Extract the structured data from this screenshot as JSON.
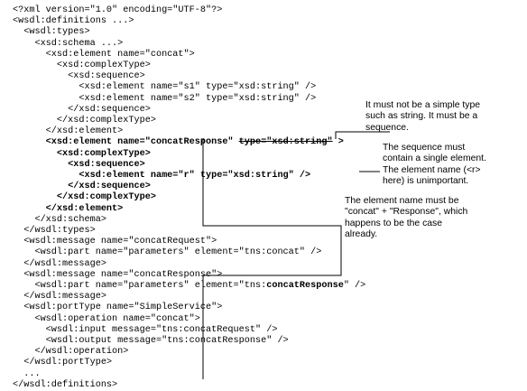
{
  "code_lines": [
    {
      "text": "<?xml version=\"1.0\" encoding=\"UTF-8\"?>",
      "bold": false
    },
    {
      "text": "<wsdl:definitions ...>",
      "bold": false
    },
    {
      "text": "  <wsdl:types>",
      "bold": false
    },
    {
      "text": "    <xsd:schema ...>",
      "bold": false
    },
    {
      "text": "      <xsd:element name=\"concat\">",
      "bold": false
    },
    {
      "text": "        <xsd:complexType>",
      "bold": false
    },
    {
      "text": "          <xsd:sequence>",
      "bold": false
    },
    {
      "text": "            <xsd:element name=\"s1\" type=\"xsd:string\" />",
      "bold": false
    },
    {
      "text": "            <xsd:element name=\"s2\" type=\"xsd:string\" />",
      "bold": false
    },
    {
      "text": "          </xsd:sequence>",
      "bold": false
    },
    {
      "text": "        </xsd:complexType>",
      "bold": false
    },
    {
      "text": "      </xsd:element>",
      "bold": false
    },
    {
      "text": "      <xsd:element name=\"concatResponse\" ",
      "bold": true,
      "strike": "type=\"xsd:string\"",
      "after": " >"
    },
    {
      "text": "        <xsd:complexType>",
      "bold": true
    },
    {
      "text": "          <xsd:sequence>",
      "bold": true
    },
    {
      "text": "            <xsd:element name=\"r\" type=\"xsd:string\" />",
      "bold": true
    },
    {
      "text": "          </xsd:sequence>",
      "bold": true
    },
    {
      "text": "        </xsd:complexType>",
      "bold": true
    },
    {
      "text": "      </xsd:element>",
      "bold": true
    },
    {
      "text": "    </xsd:schema>",
      "bold": false
    },
    {
      "text": "  </wsdl:types>",
      "bold": false
    },
    {
      "text": "  <wsdl:message name=\"concatRequest\">",
      "bold": false
    },
    {
      "text": "    <wsdl:part name=\"parameters\" element=\"tns:concat\" />",
      "bold": false
    },
    {
      "text": "  </wsdl:message>",
      "bold": false
    },
    {
      "text": "  <wsdl:message name=\"concatResponse\">",
      "bold": false
    },
    {
      "text": "    <wsdl:part name=\"parameters\" element=\"tns:",
      "bold": false,
      "bold_part": "concatResponse",
      "after": "\" />"
    },
    {
      "text": "  </wsdl:message>",
      "bold": false
    },
    {
      "text": "  <wsdl:portType name=\"SimpleService\">",
      "bold": false
    },
    {
      "text": "    <wsdl:operation name=\"concat\">",
      "bold": false
    },
    {
      "text": "      <wsdl:input message=\"tns:concatRequest\" />",
      "bold": false
    },
    {
      "text": "      <wsdl:output message=\"tns:concatResponse\" />",
      "bold": false
    },
    {
      "text": "    </wsdl:operation>",
      "bold": false
    },
    {
      "text": "  </wsdl:portType>",
      "bold": false
    },
    {
      "text": "  ...",
      "bold": false
    },
    {
      "text": "</wsdl:definitions>",
      "bold": false
    }
  ],
  "notes": {
    "simple_type": "It must not be a simple type\nsuch as string. It must be a\nsequence.",
    "single_element": "The sequence must\ncontain a single element.\nThe element name (<r>\nhere) is unimportant.",
    "element_name": "The element name must be\n\"concat\" + \"Response\", which\nhappens to be the case\nalready."
  }
}
